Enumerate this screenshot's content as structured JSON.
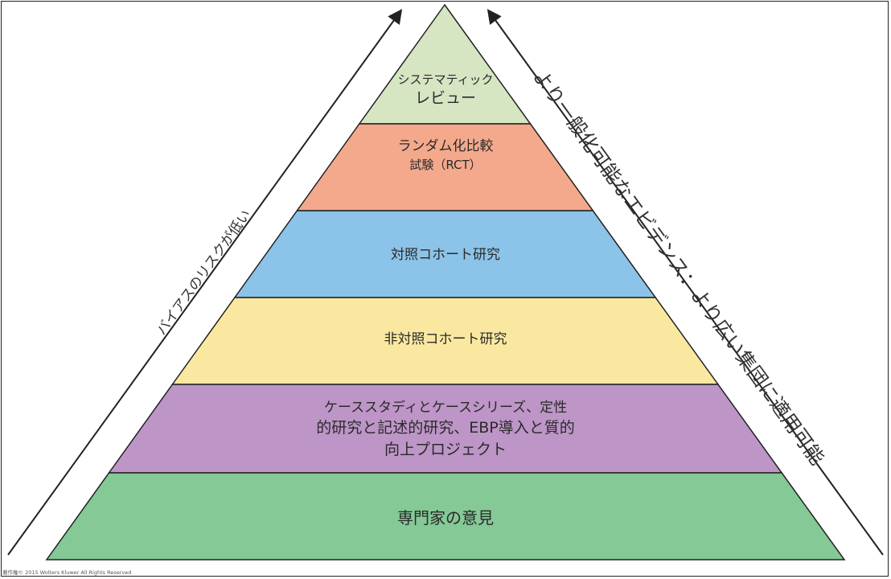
{
  "pyramid": {
    "layers": [
      {
        "lines": [
          "システマティック",
          "レビュー"
        ],
        "color": "#d6e5c2"
      },
      {
        "lines": [
          "ランダム化比較",
          "試験（RCT）"
        ],
        "color": "#f4a98c"
      },
      {
        "lines": [
          "対照コホート研究"
        ],
        "color": "#8cc3e8"
      },
      {
        "lines": [
          "非対照コホート研究"
        ],
        "color": "#fbe8a0"
      },
      {
        "lines": [
          "ケーススタディとケースシリーズ、定性",
          "的研究と記述的研究、EBP導入と質的",
          "向上プロジェクト"
        ],
        "color": "#bd95c7"
      },
      {
        "lines": [
          "専門家の意見"
        ],
        "color": "#84c996"
      }
    ]
  },
  "left_arrow": {
    "label": "バイアスのリスクが低い"
  },
  "right_arrow": {
    "label": "より一般化可能なエビデンス：より広い集団に適用可能"
  },
  "footer": {
    "copyright": "著作権© 2015 Wolters Kluwer All Rights Reserved"
  },
  "colors": {
    "outline": "#222222",
    "text": "#2a2a2a"
  }
}
